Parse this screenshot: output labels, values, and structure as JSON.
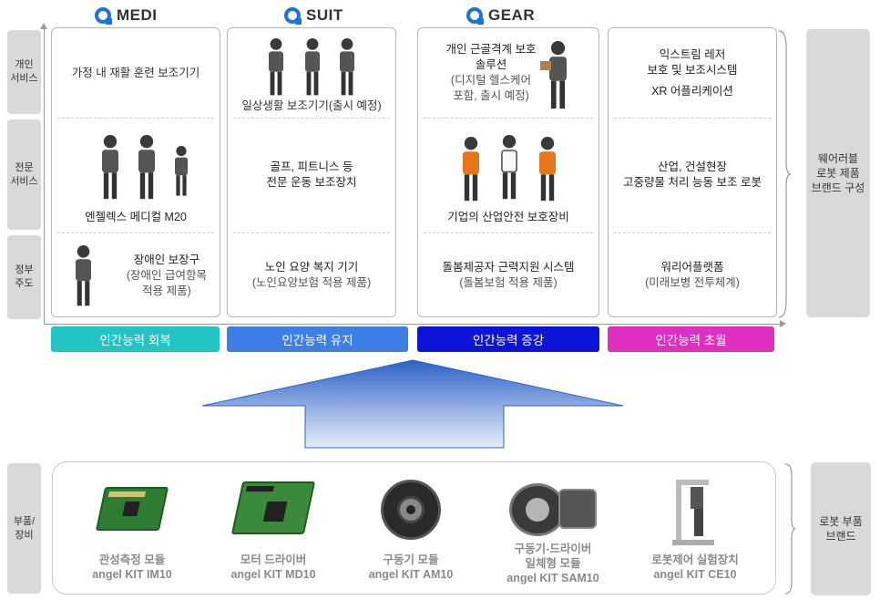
{
  "brands": [
    {
      "name": "MEDI"
    },
    {
      "name": "SUIT"
    },
    {
      "name": "GEAR"
    }
  ],
  "row_labels": [
    {
      "lines": [
        "개인",
        "서비스"
      ]
    },
    {
      "lines": [
        "전문",
        "서비스"
      ]
    },
    {
      "lines": [
        "정부",
        "주도"
      ]
    }
  ],
  "columns": [
    {
      "cells": [
        {
          "lines": [
            "가정 내 재활 훈련 보조기기"
          ]
        },
        {
          "lines": [
            "엔젤렉스 메디컬 M20"
          ]
        },
        {
          "lines": [
            "장애인 보장구",
            "(장애인 급여항목",
            "적용 제품)"
          ]
        }
      ]
    },
    {
      "cells": [
        {
          "lines": [
            "일상생활 보조기기(출시 예정)"
          ]
        },
        {
          "lines": [
            "골프, 피트니스 등",
            "전문 운동 보조장치"
          ]
        },
        {
          "lines": [
            "노인 요양 복지 기기",
            "(노인요양보험 적용 제품)"
          ]
        }
      ]
    },
    {
      "cells": [
        {
          "lines": [
            "개인 근골격계 보호",
            "솔루션",
            "(디지털 헬스케어",
            "포함, 출시 예정)"
          ]
        },
        {
          "lines": [
            "기업의 산업안전 보호장비"
          ]
        },
        {
          "lines": [
            "돌봄제공자 근력지원 시스템",
            "(돌봄보험 적용 제품)"
          ]
        }
      ]
    },
    {
      "cells": [
        {
          "lines": [
            "익스트림 레저",
            "보호 및 보조시스템",
            "XR 어플리케이션"
          ]
        },
        {
          "lines": [
            "산업, 건설현장",
            "고중량물 처리 능동 보조 로봇"
          ]
        },
        {
          "lines": [
            "워리어플랫폼",
            "(미래보병 전투체계)"
          ]
        }
      ]
    }
  ],
  "capability_bars": [
    {
      "label": "인간능력 회복",
      "color": "#22c3c3"
    },
    {
      "label": "인간능력 유지",
      "color": "#3d7fe6"
    },
    {
      "label": "인간능력 증강",
      "color": "#0b14d8"
    },
    {
      "label": "인간능력 초월",
      "color": "#e02fc0"
    }
  ],
  "right_label_top": {
    "lines": [
      "웨어러블",
      "로봇 제품",
      "브랜드 구성"
    ]
  },
  "parts_row_label": {
    "lines": [
      "부품/",
      "장비"
    ]
  },
  "right_label_bottom": {
    "lines": [
      "로봇 부품",
      "브랜드"
    ]
  },
  "parts": [
    {
      "name": "관성측정 모듈",
      "code": "angel KIT IM10"
    },
    {
      "name": "모터 드라이버",
      "code": "angel KIT MD10"
    },
    {
      "name": "구동기 모듈",
      "code": "angel KIT AM10"
    },
    {
      "name": "구동기-드라이버",
      "name2": "일체형 모듈",
      "code": "angel KIT SAM10"
    },
    {
      "name": "로봇제어 실험장치",
      "code": "angel KIT CE10"
    }
  ],
  "colors": {
    "arrow_top": "#2d62c8",
    "arrow_bottom": "#e9eef8",
    "brand": "#1e73d8"
  }
}
